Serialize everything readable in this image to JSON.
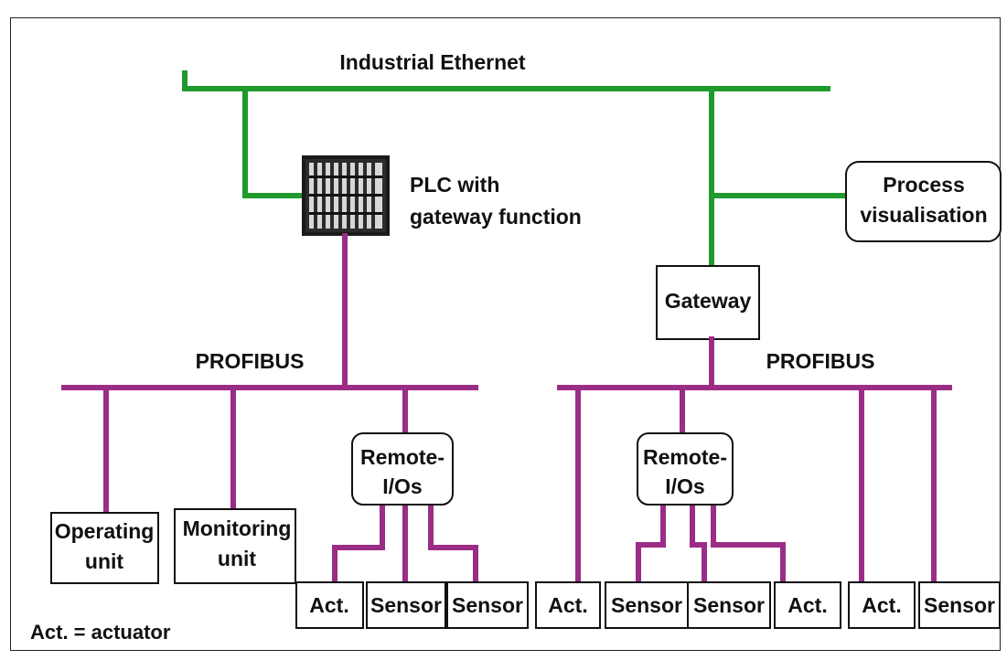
{
  "colors": {
    "ethernet": "#1f9a2c",
    "profibus": "#9b2d86",
    "border": "#111111"
  },
  "diagram": {
    "ethernet_label": "Industrial Ethernet",
    "plc_label_1": "PLC with",
    "plc_label_2": "gateway function",
    "process_vis_1": "Process",
    "process_vis_2": "visualisation",
    "gateway": "Gateway",
    "profibus_left": "PROFIBUS",
    "profibus_right": "PROFIBUS",
    "remote_io_1": "Remote-",
    "remote_io_2": "I/Os",
    "operating_1": "Operating",
    "operating_2": "unit",
    "monitoring_1": "Monitoring",
    "monitoring_2": "unit",
    "act": "Act.",
    "sensor": "Sensor",
    "legend": "Act. = actuator"
  }
}
